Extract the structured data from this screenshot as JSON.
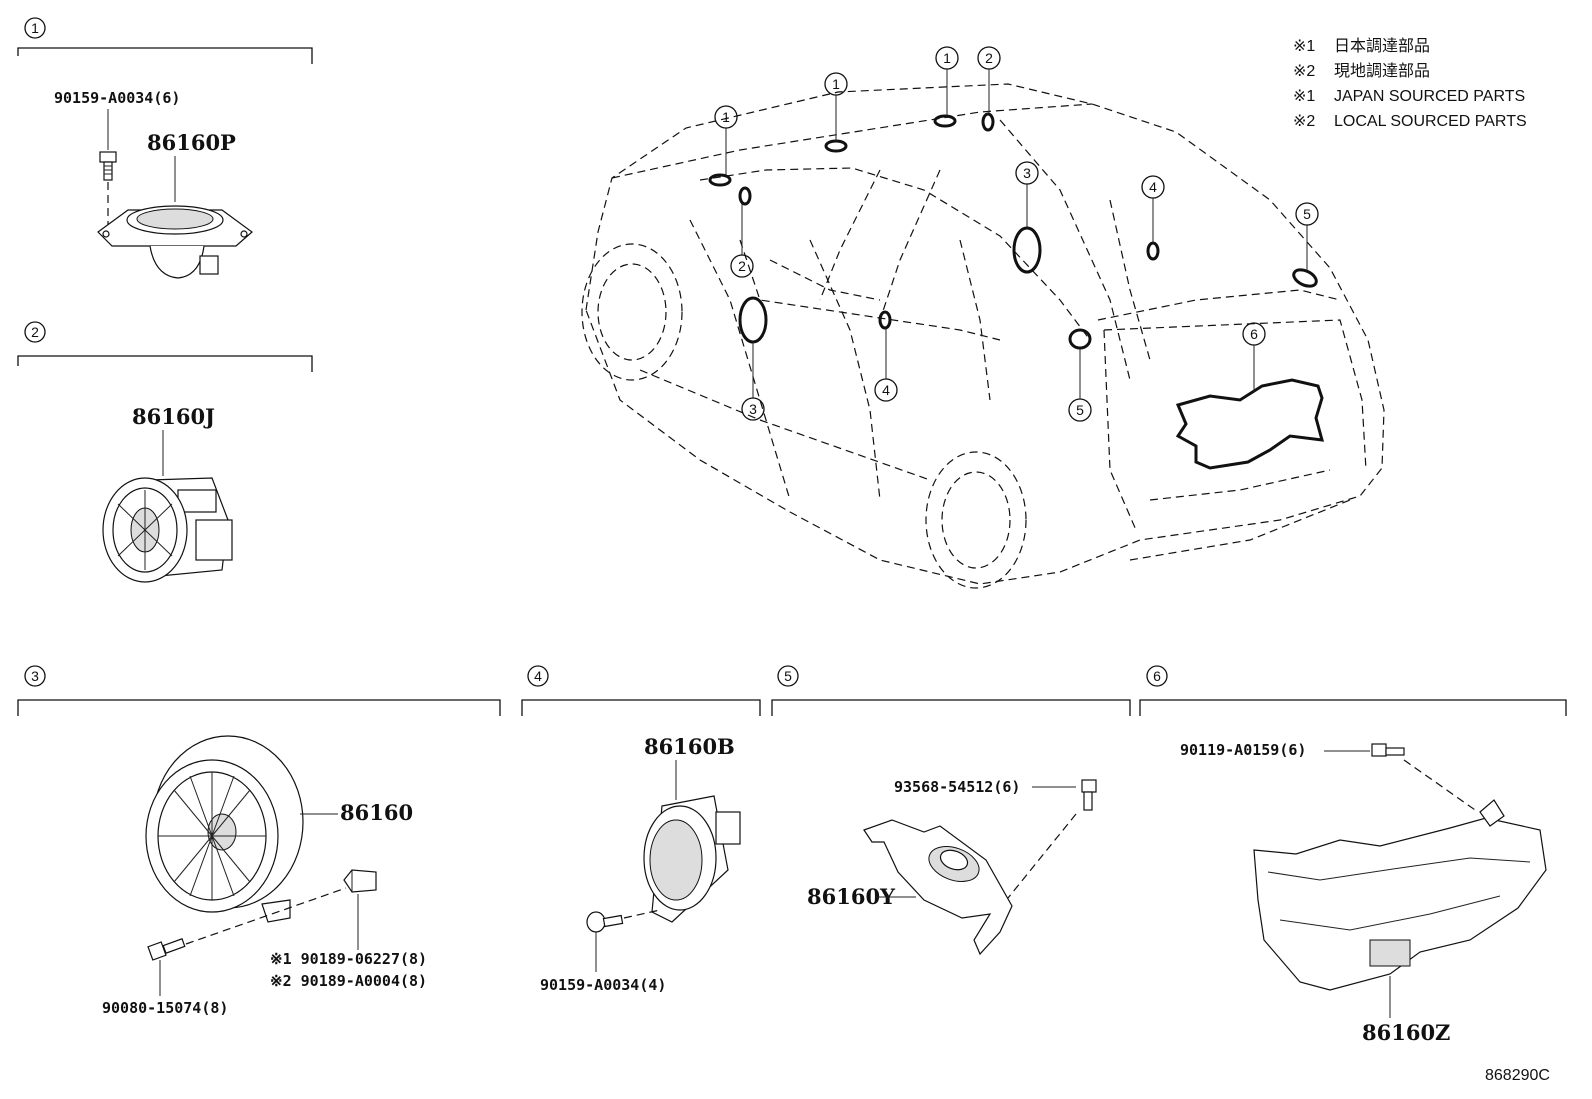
{
  "legend": [
    {
      "mark": "※1",
      "text": "日本調達部品"
    },
    {
      "mark": "※2",
      "text": "現地調達部品"
    },
    {
      "mark": "※1",
      "text": "JAPAN SOURCED PARTS"
    },
    {
      "mark": "※2",
      "text": "LOCAL SOURCED PARTS"
    }
  ],
  "diagram_code": "868290C",
  "sections": {
    "s1": {
      "num": "1",
      "part": "86160P",
      "screw": "90159-A0034(6)"
    },
    "s2": {
      "num": "2",
      "part": "86160J"
    },
    "s3": {
      "num": "3",
      "part": "86160",
      "screw": "90080-15074(8)",
      "nut1": "※1 90189-06227(8)",
      "nut2": "※2 90189-A0004(8)"
    },
    "s4": {
      "num": "4",
      "part": "86160B",
      "screw": "90159-A0034(4)"
    },
    "s5": {
      "num": "5",
      "part": "86160Y",
      "screw": "93568-54512(6)"
    },
    "s6": {
      "num": "6",
      "part": "86160Z",
      "screw": "90119-A0159(6)"
    }
  },
  "car_callouts": [
    "1",
    "1",
    "1",
    "2",
    "2",
    "3",
    "3",
    "4",
    "4",
    "5",
    "5",
    "6"
  ]
}
